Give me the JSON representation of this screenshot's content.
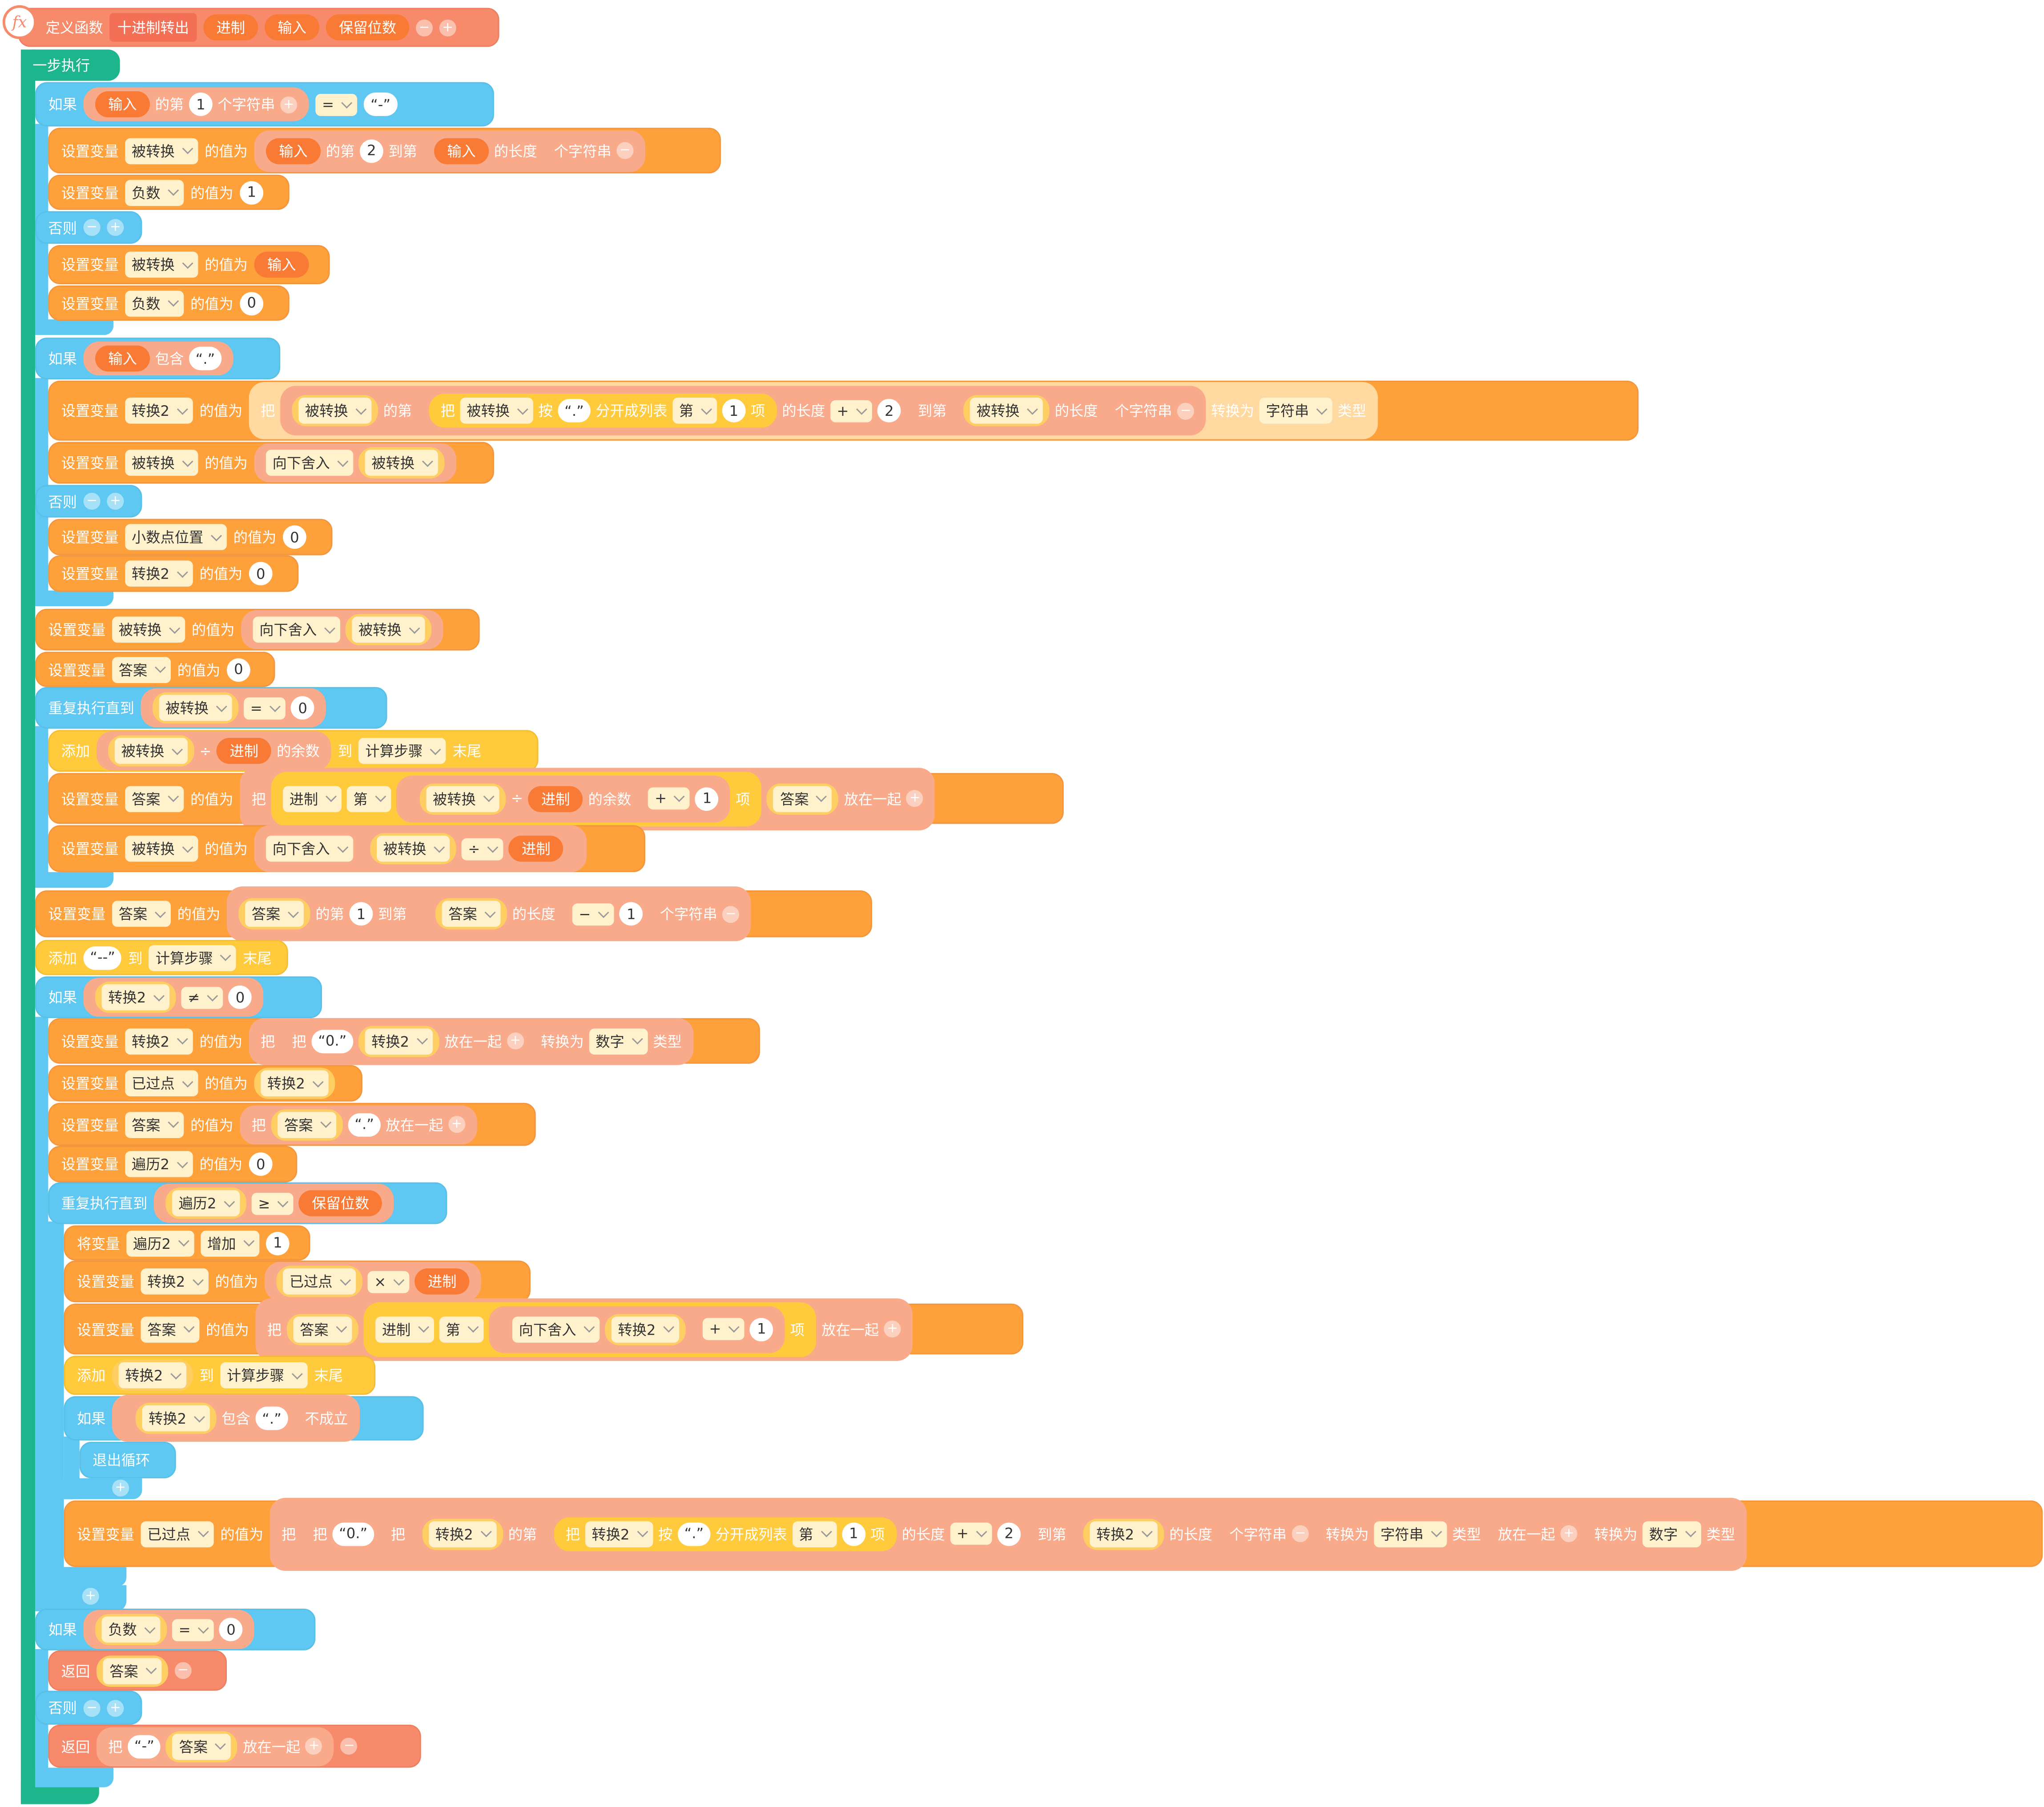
{
  "function_def": {
    "title": "定义函数",
    "name": "十进制转出",
    "params": [
      "进制",
      "输入",
      "保留位数"
    ]
  },
  "sequence": {
    "label": "一步执行"
  },
  "labels": {
    "if": "如果",
    "else": "否则",
    "set_var": "设置变量",
    "value_is": "的值为",
    "nth": "的第",
    "char": "个字符串",
    "to_nth": "到第",
    "length": "的长度",
    "contains": "包含",
    "put": "把",
    "by": "按",
    "split": "分开成列表",
    "di": "第",
    "item": "项",
    "convert_to": "转换为",
    "type": "类型",
    "floor": "向下舍入",
    "repeat_until": "重复执行直到",
    "add": "添加",
    "to": "到",
    "end": "末尾",
    "modulo": "的余数",
    "join": "放在一起",
    "change_var": "将变量",
    "increase": "增加",
    "not_true": "不成立",
    "break_loop": "退出循环",
    "return": "返回"
  },
  "values": {
    "one": "1",
    "two": "2",
    "zero": "0",
    "minus_str": "“-”",
    "dot_str": "“.”",
    "dashdash_str": "“--”",
    "zero_dot_str": "“0.”"
  },
  "ops": {
    "eq": "=",
    "neq": "≠",
    "ge": "≥",
    "plus": "+",
    "minus": "−",
    "div": "÷",
    "mul": "×"
  },
  "vars": {
    "converted": "被转换",
    "negative": "负数",
    "conv2": "转换2",
    "dot_pos": "小数点位置",
    "answer": "答案",
    "steps": "计算步骤",
    "passed": "已过点",
    "loop2": "遍历2"
  },
  "types": {
    "string": "字符串",
    "number": "数字"
  },
  "icons": {
    "function": "fx-icon",
    "add": "plus-circle-icon",
    "remove": "minus-circle-icon",
    "dropdown": "chevron-down-icon"
  },
  "colors": {
    "procedure": "#f78a6a",
    "control": "#5ec8f2",
    "variables": "#ffa13b",
    "lists": "#ffcb3d",
    "sequence": "#1db58c",
    "param": "#f97a35"
  }
}
